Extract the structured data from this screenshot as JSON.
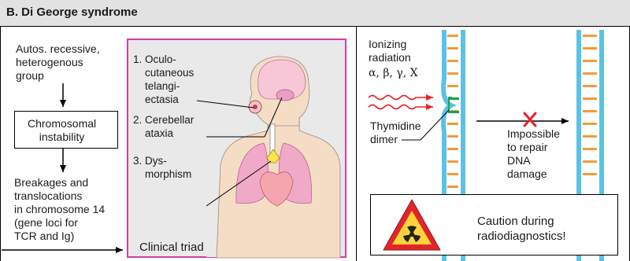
{
  "header": {
    "title": "B. Di George syndrome"
  },
  "left": {
    "cause": "Autos. recessive,\nheterogenous\ngroup",
    "chromosomal": "Chromosomal\ninstability",
    "breakages": "Breakages and\ntranslocations\nin chromosome 14\n(gene loci for\nTCR and Ig)"
  },
  "triad": {
    "item1": "1. Oculo-\n    cutaneous\n    telangi-\n    ectasia",
    "item2": "2. Cerebellar\n    ataxia",
    "item3": "3. Dys-\n    morphism",
    "label": "Clinical triad"
  },
  "right": {
    "radiation": "Ionizing\nradiation",
    "radiation_types": "α, β, γ,  X",
    "thymidine": "Thymidine\ndimer",
    "impossible": "Impossible\nto repair\nDNA\ndamage",
    "caution": "Caution during\nradiodiagnostics!"
  },
  "colors": {
    "triad_border": "#d13fa3",
    "dna_strand": "#5bc2e7",
    "dna_base": "#f39a3a",
    "radiation_wave": "#e3242b",
    "dimer": "#1aa34a",
    "cross": "#e3242b",
    "warning_triangle": "#e3242b"
  }
}
